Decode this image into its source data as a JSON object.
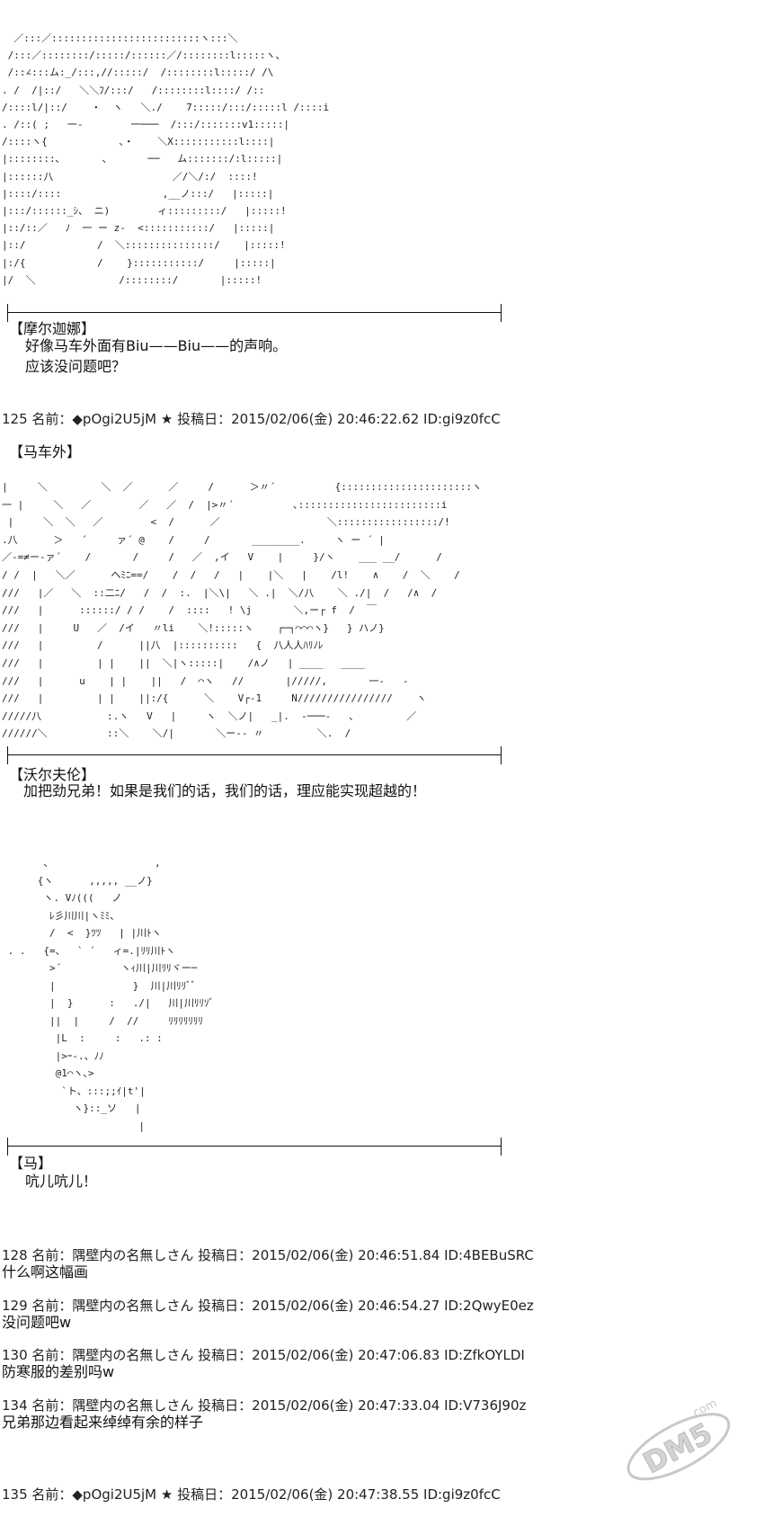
{
  "art": {
    "morgana": "  ／:::／:::::::::::::::::::::::::ヽ:::＼\n /:::／::::::::/:::::/::::::／/::::::::l:::::ヽ、\n /::∠:::ム:_/:::,//:::::/  /::::::::l:::::/ /\\\n. /  /|::/   ＼＼ﾌ/:::/   /::::::::l::::/ /::\n/::::l/|::/    ・  ヽ   ＼./    7:::::/:::/:::::l /::::i\n. /::( ;   一-        一───  /:::/:::::::v1:::::|\n/::::ヽ{            、・    ＼X:::::::::::l::::|\n|::::::::､       、      ──   ム:::::::/:l:::::|\n|::::::八                    ／/＼/:/  ::::!\n|::::/::::                 ,__ノ:::/   |:::::|\n|:::/::::::_ｼ、 ニ)        ィ:::::::::/   |:::::!\n|::/::／   ﾉ  一 ー z-  <:::::::::::/   |:::::|\n|::/            /  ＼:::::::::::::::/    |:::::!\n|:/{            /    }:::::::::::/     |:::::|\n|/  ＼              /::::::::/       |:::::!",
    "carriage": "|     ＼         ＼  ／      ／     /      ＞〃´          {::::::::::::::::::::::ヽ\n一 |     ＼   ／        ／   ／  /  |>〃´          ､::::::::::::::::::::::::i\n |     ＼  ＼   ／        <  /      ／                  ＼:::::::::::::::::/!\n.八      ＞   ´     ァ´ @    /     /       ________.     ヽ ー ´ |\n／-=≠ー-ァ´    /       /     /   ／  ,イ   V    |     }/ヽ    ___ __/      /\n/ /  |   ＼／      ヘﾐﾆ==/    /  /   /   |    |＼   |    /l!    ∧    /  ＼    /\n///   |／   ＼  ::二ﾆ/   /  /  :.  |＼\\|   ＼ .|  ＼/八    ＼ ./|  /   /∧  /\n///   |      ::::::/ / /    /  ::::   ! \\j       ＼,ー┌ f  /  ￣\n///   |     U   ／  /イ   〃li    ＼!:::::ヽ    ┌─┐⌒⌒⌒ヽ}   } ハノ}\n///   |         /      ||八  |::::::::::   {  八人人ﾊﾘﾉﾚ\n///   |         | |    ||  ＼|ヽ:::::|    /∧ノ   | ____   ____\n///   |      u    | |    ||   /  ⌒ヽ   //       |/////,       一-   -\n///   |         | |    ||:/{      ＼    V┌-1     N////////////////    ヽ\n/////八           :.ヽ   V   |     ヽ  ＼ノ|   _|.  -───-   、        ／\n//////＼          ::＼    ＼/|       ＼ー-- 〃         ＼.  /",
    "horse": "       、                 ,\n      {ヽ      ,,,,, __ノ}\n       ヽ. Vﾉ(((   ノ\n        ﾚ彡川川|ヽﾐﾐ、\n        /  <  }ﾂﾂ   | |川ﾄヽ\n . .   {=、  ` ´   ィ=.|ﾘﾘ川ﾄヽ\n        >´          ヽｨ川|川ﾘﾘヾー─\n        |             }  川|川ﾘﾘﾞﾞ\n        |  }      :   ./|   川|川ﾘﾘｿﾞ\n        ||  |     /  //     ﾘﾘﾘﾘﾘﾘﾘ\n         |L  :     :   .: :\n         |>ｰ-.、ﾉﾉ\n         @1⌒ヽ､>\n          `ト、:::;;ｲ|t'|\n            ヽ}::_ソ   |\n                       |"
  },
  "dialogues": {
    "morgana": {
      "speaker": "【摩尔迦娜】",
      "lines": [
        "好像马车外面有Biu——Biu——的声响。",
        "应该没问题吧？"
      ]
    },
    "carriage": {
      "speaker": "【马车外】"
    },
    "wolfram": {
      "speaker": "【沃尔夫伦】",
      "lines": [
        "加把劲兄弟！如果是我们的话，我们的话，理应能实现超越的！"
      ]
    },
    "horse": {
      "speaker": "【马】",
      "lines": [
        "吭儿吭儿！"
      ]
    }
  },
  "posts": [
    {
      "header": "125 名前：◆pOgi2U5jM ★ 投稿日：2015/02/06(金) 20:46:22.62 ID:gi9z0fcC",
      "body": ""
    },
    {
      "header": "128 名前：隅壁内の名無しさん 投稿日：2015/02/06(金) 20:46:51.84 ID:4BEBuSRC",
      "body": "什么啊这幅画"
    },
    {
      "header": "129 名前：隅壁内の名無しさん 投稿日：2015/02/06(金) 20:46:54.27 ID:2QwyE0ez",
      "body": "没问题吧w"
    },
    {
      "header": "130 名前：隅壁内の名無しさん 投稿日：2015/02/06(金) 20:47:06.83 ID:ZfkOYLDI",
      "body": "防寒服的差别吗w"
    },
    {
      "header": "134 名前：隅壁内の名無しさん 投稿日：2015/02/06(金) 20:47:33.04 ID:V736J90z",
      "body": "兄弟那边看起来绰绰有余的样子"
    },
    {
      "header": "135 名前：◆pOgi2U5jM ★ 投稿日：2015/02/06(金) 20:47:38.55 ID:gi9z0fcC",
      "body": ""
    }
  ],
  "watermark": {
    "text": "DM5",
    "domain": ".com"
  },
  "colors": {
    "text": "#111111",
    "rule": "#111111",
    "watermark": "#c8c8c8"
  }
}
